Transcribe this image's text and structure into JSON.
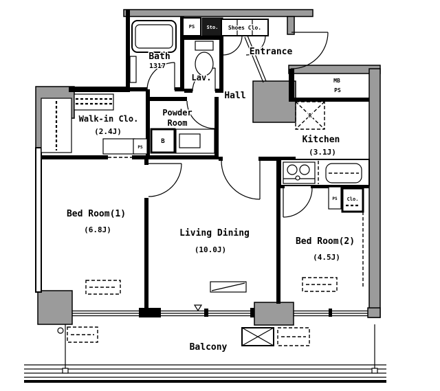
{
  "colors": {
    "wall_fill": "#9b9b9b",
    "line": "#000000",
    "background": "#ffffff"
  },
  "rooms": {
    "bath": {
      "name": "Bath",
      "size": "1317"
    },
    "lav": {
      "name": "Lav."
    },
    "entrance": {
      "name": "Entrance"
    },
    "hall": {
      "name": "Hall"
    },
    "powder_room": {
      "line1": "Powder",
      "line2": "Room"
    },
    "walk_in_closet": {
      "name": "Walk-in Clo.",
      "size": "(2.4J)"
    },
    "kitchen": {
      "name": "Kitchen",
      "size": "(3.1J)"
    },
    "bedroom1": {
      "name": "Bed Room(1)",
      "size": "(6.8J)"
    },
    "living_dining": {
      "name": "Living Dining",
      "size": "(10.0J)"
    },
    "bedroom2": {
      "name": "Bed Room(2)",
      "size": "(4.5J)"
    },
    "balcony": {
      "name": "Balcony"
    }
  },
  "annotations": {
    "pipe_space_top": "PS",
    "storage": "Sto.",
    "shoes_closet": "Shoes Clo.",
    "meter_box": "MB",
    "pipe_space_meter": "PS",
    "pipe_space_powder": "PS",
    "boiler": "B",
    "refrigerator_space": "R",
    "pipe_space_kitchen": "PS",
    "closet_kitchen": "Clo."
  }
}
